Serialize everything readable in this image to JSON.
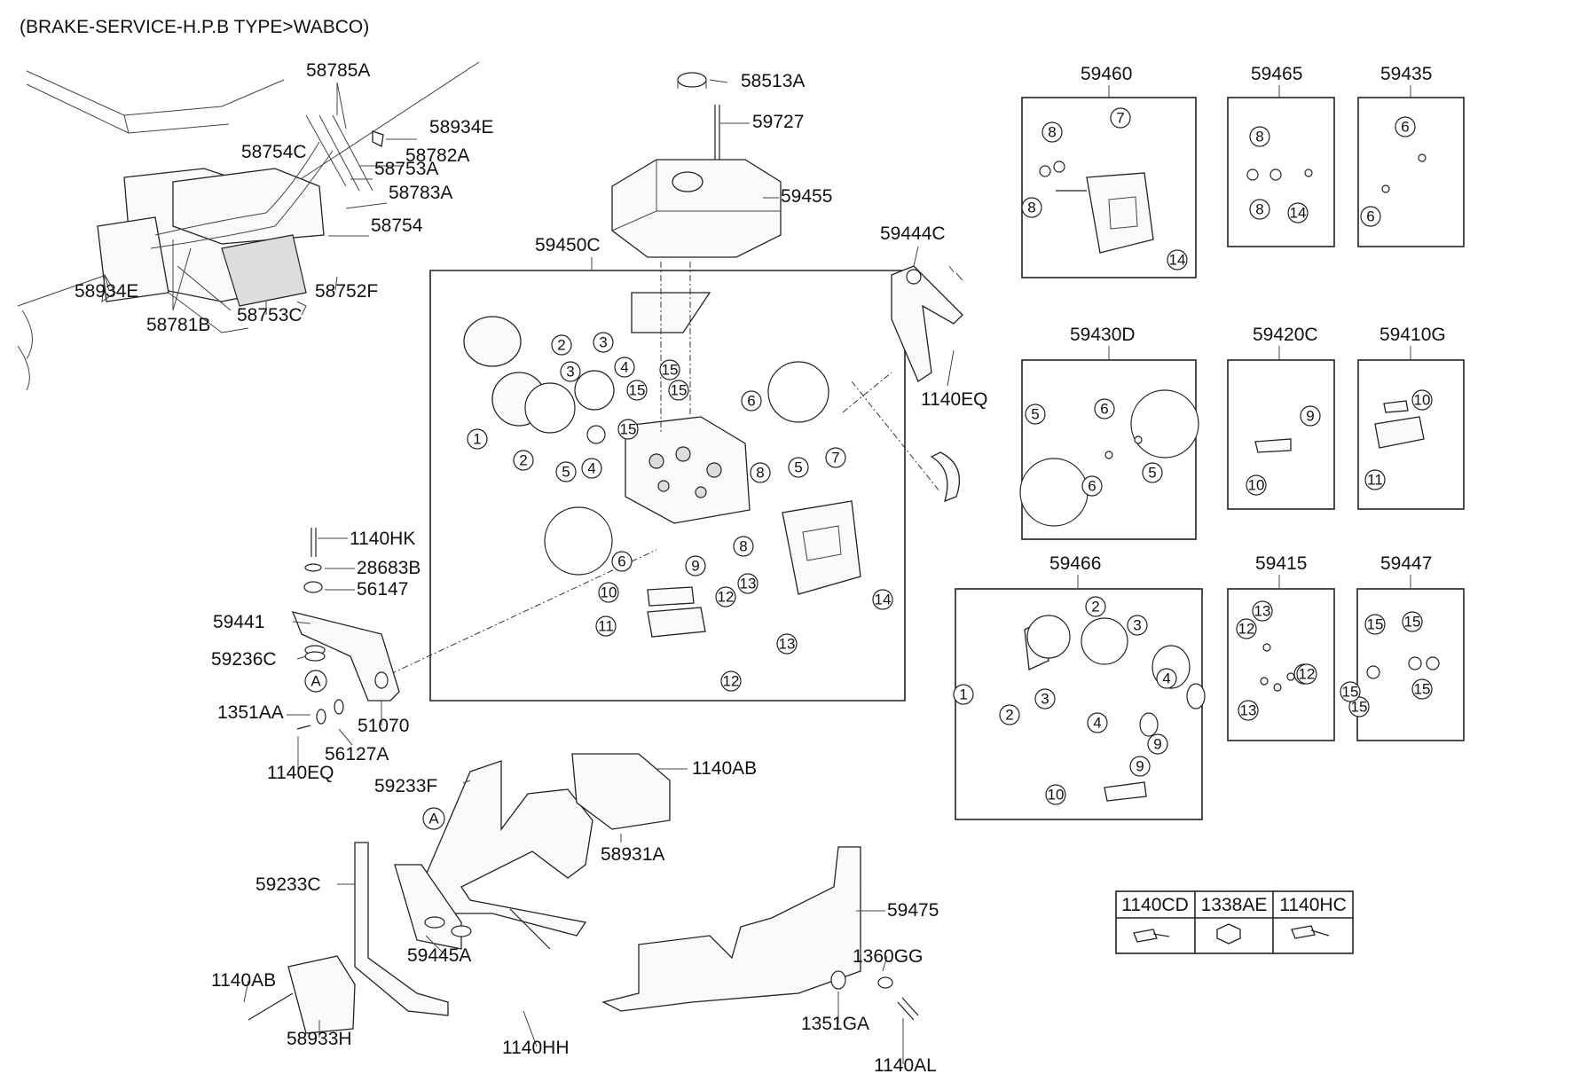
{
  "title": "(BRAKE-SERVICE-H.P.B TYPE>WABCO)",
  "part_labels": [
    "58785A",
    "58934E",
    "58782A",
    "58754C",
    "58753A",
    "58783A",
    "58754",
    "58934E",
    "58752F",
    "58781B",
    "58753C",
    "58513A",
    "59727",
    "59455",
    "59450C",
    "59444C",
    "1140EQ",
    "1140HK",
    "28683B",
    "56147",
    "59441",
    "59236C",
    "1351AA",
    "51070",
    "56127A",
    "1140EQ",
    "59233F",
    "1140AB",
    "58931A",
    "59233C",
    "59475",
    "59445A",
    "1360GG",
    "1140AB",
    "58933H",
    "1140HH",
    "1351GA",
    "1140AL",
    "59460",
    "59465",
    "59435",
    "59430D",
    "59420C",
    "59410G",
    "59466",
    "59415",
    "59447"
  ],
  "callout_numbers": [
    "2",
    "3",
    "3",
    "4",
    "1",
    "2",
    "4",
    "5",
    "15",
    "15",
    "15",
    "15",
    "6",
    "8",
    "5",
    "7",
    "9",
    "10",
    "12",
    "13",
    "11",
    "13",
    "12",
    "6",
    "8",
    "14",
    "8",
    "7",
    "8",
    "14",
    "8",
    "8",
    "14",
    "6",
    "6",
    "5",
    "6",
    "6",
    "5",
    "9",
    "10",
    "10",
    "11",
    "2",
    "3",
    "3",
    "4",
    "1",
    "2",
    "4",
    "9",
    "9",
    "10",
    "13",
    "12",
    "12",
    "13",
    "12",
    "15",
    "15",
    "15",
    "15",
    "15"
  ],
  "reference_letters": [
    "A",
    "A"
  ],
  "fastener_table": {
    "headers": [
      "1140CD",
      "1338AE",
      "1140HC"
    ]
  }
}
